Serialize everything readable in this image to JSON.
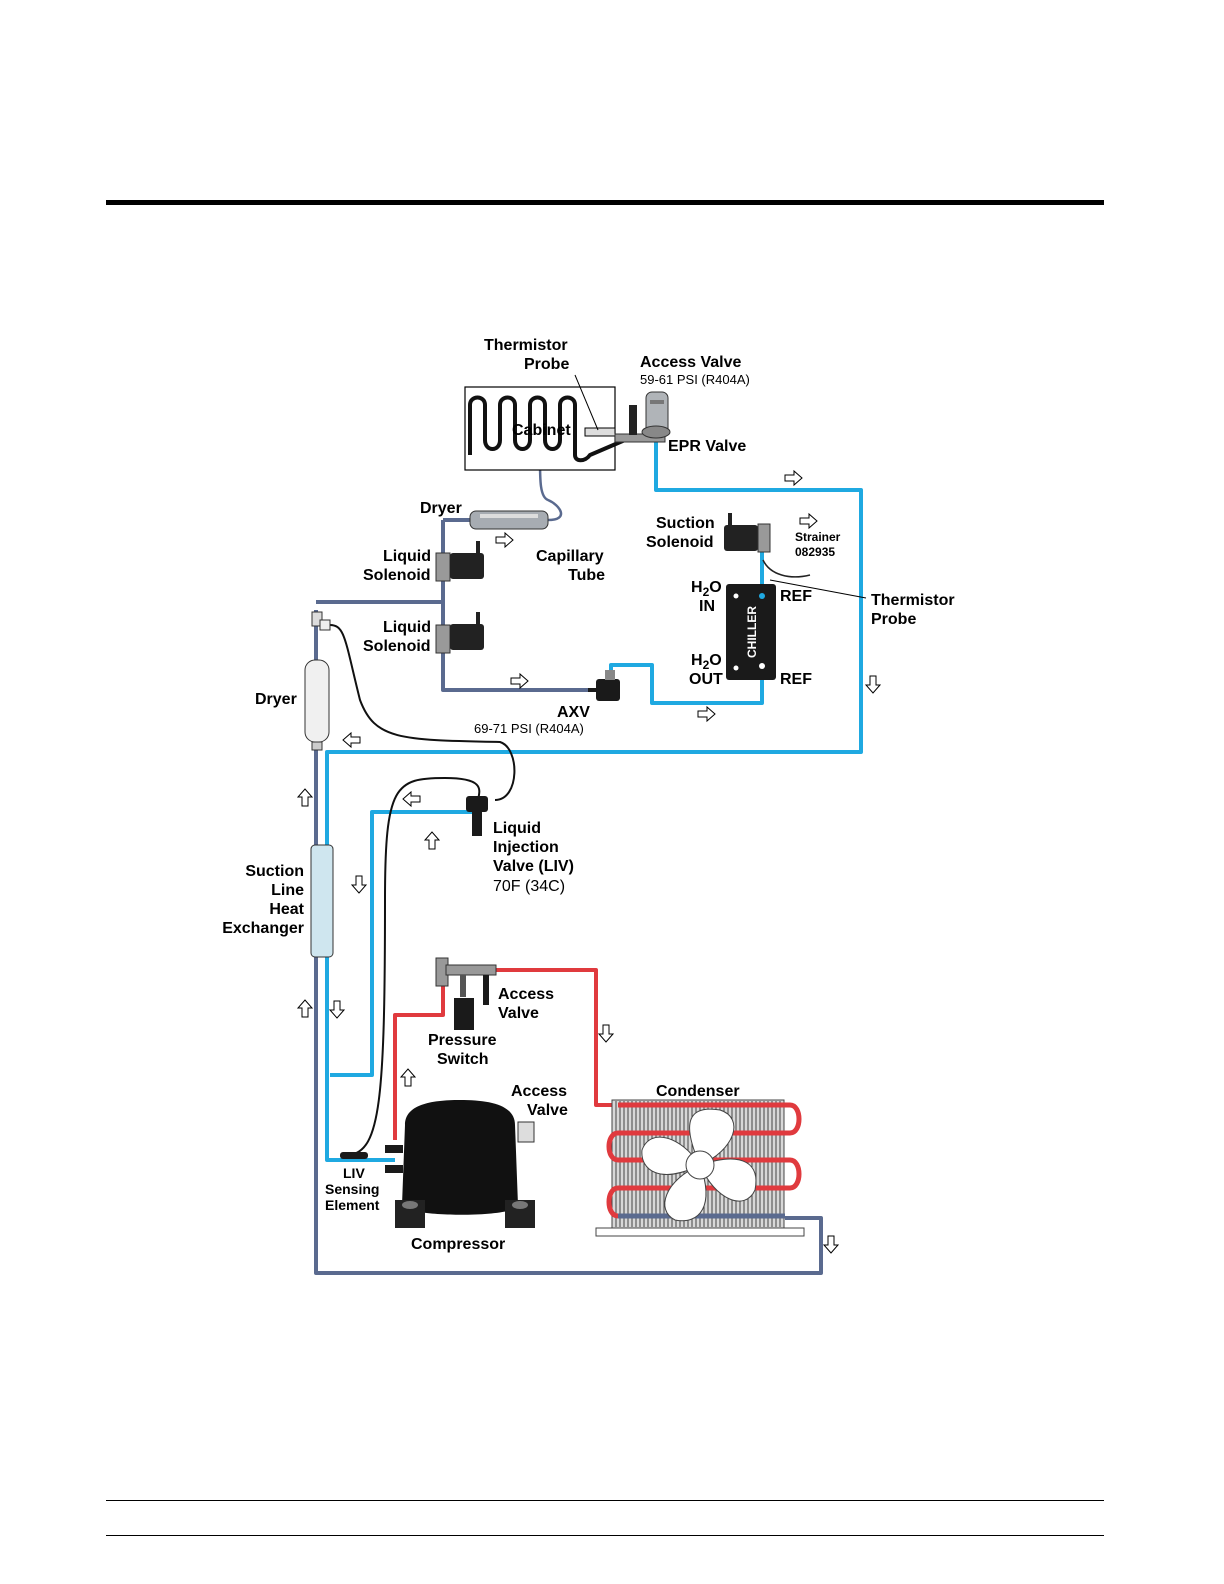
{
  "colors": {
    "suction_line": "#1fa9e1",
    "liquid_line": "#5a6a8f",
    "discharge_line": "#e03a3e",
    "component_dark": "#1a1a1a",
    "component_gray": "#9aa0a6"
  },
  "icons": [
    "flow-arrow-right-icon",
    "flow-arrow-left-icon",
    "flow-arrow-up-icon",
    "flow-arrow-down-icon",
    "fan-icon"
  ],
  "labels": {
    "thermistor_probe_top": [
      "Thermistor",
      "Probe"
    ],
    "access_valve_top": "Access Valve",
    "access_valve_top_pressure": "59-61 PSI (R404A)",
    "cabinet": "Cabinet",
    "epr_valve": "EPR Valve",
    "dryer_top": "Dryer",
    "capillary_tube": [
      "Capillary",
      "Tube"
    ],
    "suction_solenoid": [
      "Suction",
      "Solenoid"
    ],
    "strainer": [
      "Strainer",
      "082935"
    ],
    "liquid_solenoid_1": [
      "Liquid",
      "Solenoid"
    ],
    "liquid_solenoid_2": [
      "Liquid",
      "Solenoid"
    ],
    "h2o_in": [
      "H",
      "2",
      "O",
      "IN"
    ],
    "h2o_out": [
      "H",
      "2",
      "O",
      "OUT"
    ],
    "ref_top": "REF",
    "ref_bottom": "REF",
    "chiller": "CHILLER",
    "thermistor_probe_right": [
      "Thermistor",
      "Probe"
    ],
    "dryer_left": "Dryer",
    "axv": "AXV",
    "axv_pressure": "69-71 PSI (R404A)",
    "liquid_injection_valve": [
      "Liquid",
      "Injection",
      "Valve (LIV)"
    ],
    "liv_temp": "70F (34C)",
    "suction_line_heat_exchanger": [
      "Suction",
      "Line",
      "Heat",
      "Exchanger"
    ],
    "access_valve_mid": [
      "Access",
      "Valve"
    ],
    "pressure_switch": [
      "Pressure",
      "Switch"
    ],
    "access_valve_comp": [
      "Access",
      "Valve"
    ],
    "condenser": "Condenser",
    "liv_sensing_element": [
      "LIV",
      "Sensing",
      "Element"
    ],
    "compressor": "Compressor"
  }
}
